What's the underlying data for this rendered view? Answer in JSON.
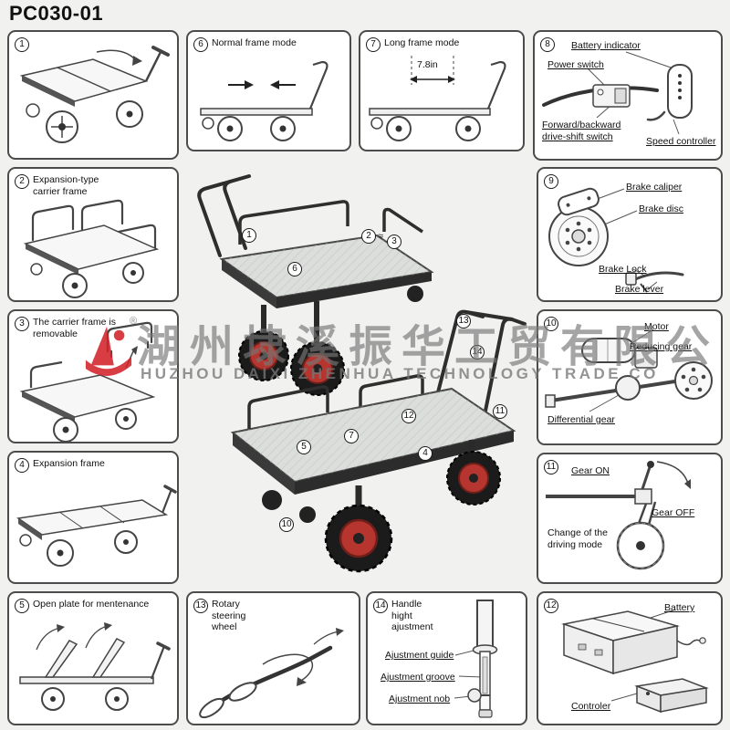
{
  "title": "PC030-01",
  "watermark": {
    "reg": "®",
    "cn": "湖州埭溪振华工贸有限公",
    "en": "HUZHOU DAIXI ZHENHUA TECHNOLOGY TRADE CO"
  },
  "panels": {
    "p1": {
      "num": "1"
    },
    "p2": {
      "num": "2",
      "label": "Expansion-type carrier frame"
    },
    "p3": {
      "num": "3",
      "label": "The carrier frame is removable"
    },
    "p4": {
      "num": "4",
      "label": "Expansion frame"
    },
    "p5": {
      "num": "5",
      "label": "Open plate for mentenance"
    },
    "p6": {
      "num": "6",
      "label": "Normal frame mode"
    },
    "p7": {
      "num": "7",
      "label": "Long frame mode",
      "dim": "7.8in"
    },
    "p8": {
      "num": "8",
      "battery_indicator": "Battery indicator",
      "power_switch": "Power switch",
      "drive_shift": "Forward/backward drive-shift switch",
      "speed_controller": "Speed controller"
    },
    "p9": {
      "num": "9",
      "brake_caliper": "Brake caliper",
      "brake_disc": "Brake disc",
      "brake_lock": "Brake Lock",
      "brake_lever": "Brake lever"
    },
    "p10": {
      "num": "10",
      "motor": "Motor",
      "reducing_gear": "Reducing gear",
      "differential_gear": "Differential gear"
    },
    "p11": {
      "num": "11",
      "gear_on": "Gear ON",
      "gear_off": "Gear OFF",
      "note": "Change of the driving mode"
    },
    "p12": {
      "num": "12",
      "battery": "Battery",
      "controller": "Controler"
    },
    "p13": {
      "num": "13",
      "label": "Rotary steering wheel"
    },
    "p14": {
      "num": "14",
      "label": "Handle hight ajustment",
      "guide": "Ajustment guide",
      "groove": "Ajustment groove",
      "nob": "Ajustment nob"
    }
  },
  "center": {
    "approx": "≈",
    "callouts": {
      "c1": "1",
      "c2": "2",
      "c3": "3",
      "c4": "4",
      "c5": "5",
      "c6": "6",
      "c7": "7",
      "c10": "10",
      "c11": "11",
      "c12": "12",
      "c13": "13",
      "c14": "14"
    }
  },
  "colors": {
    "wheel_red": "#b6352e",
    "logo_red": "#d2232a",
    "frame_dark": "#2e2e2e",
    "page_bg": "#f1f1ef"
  }
}
